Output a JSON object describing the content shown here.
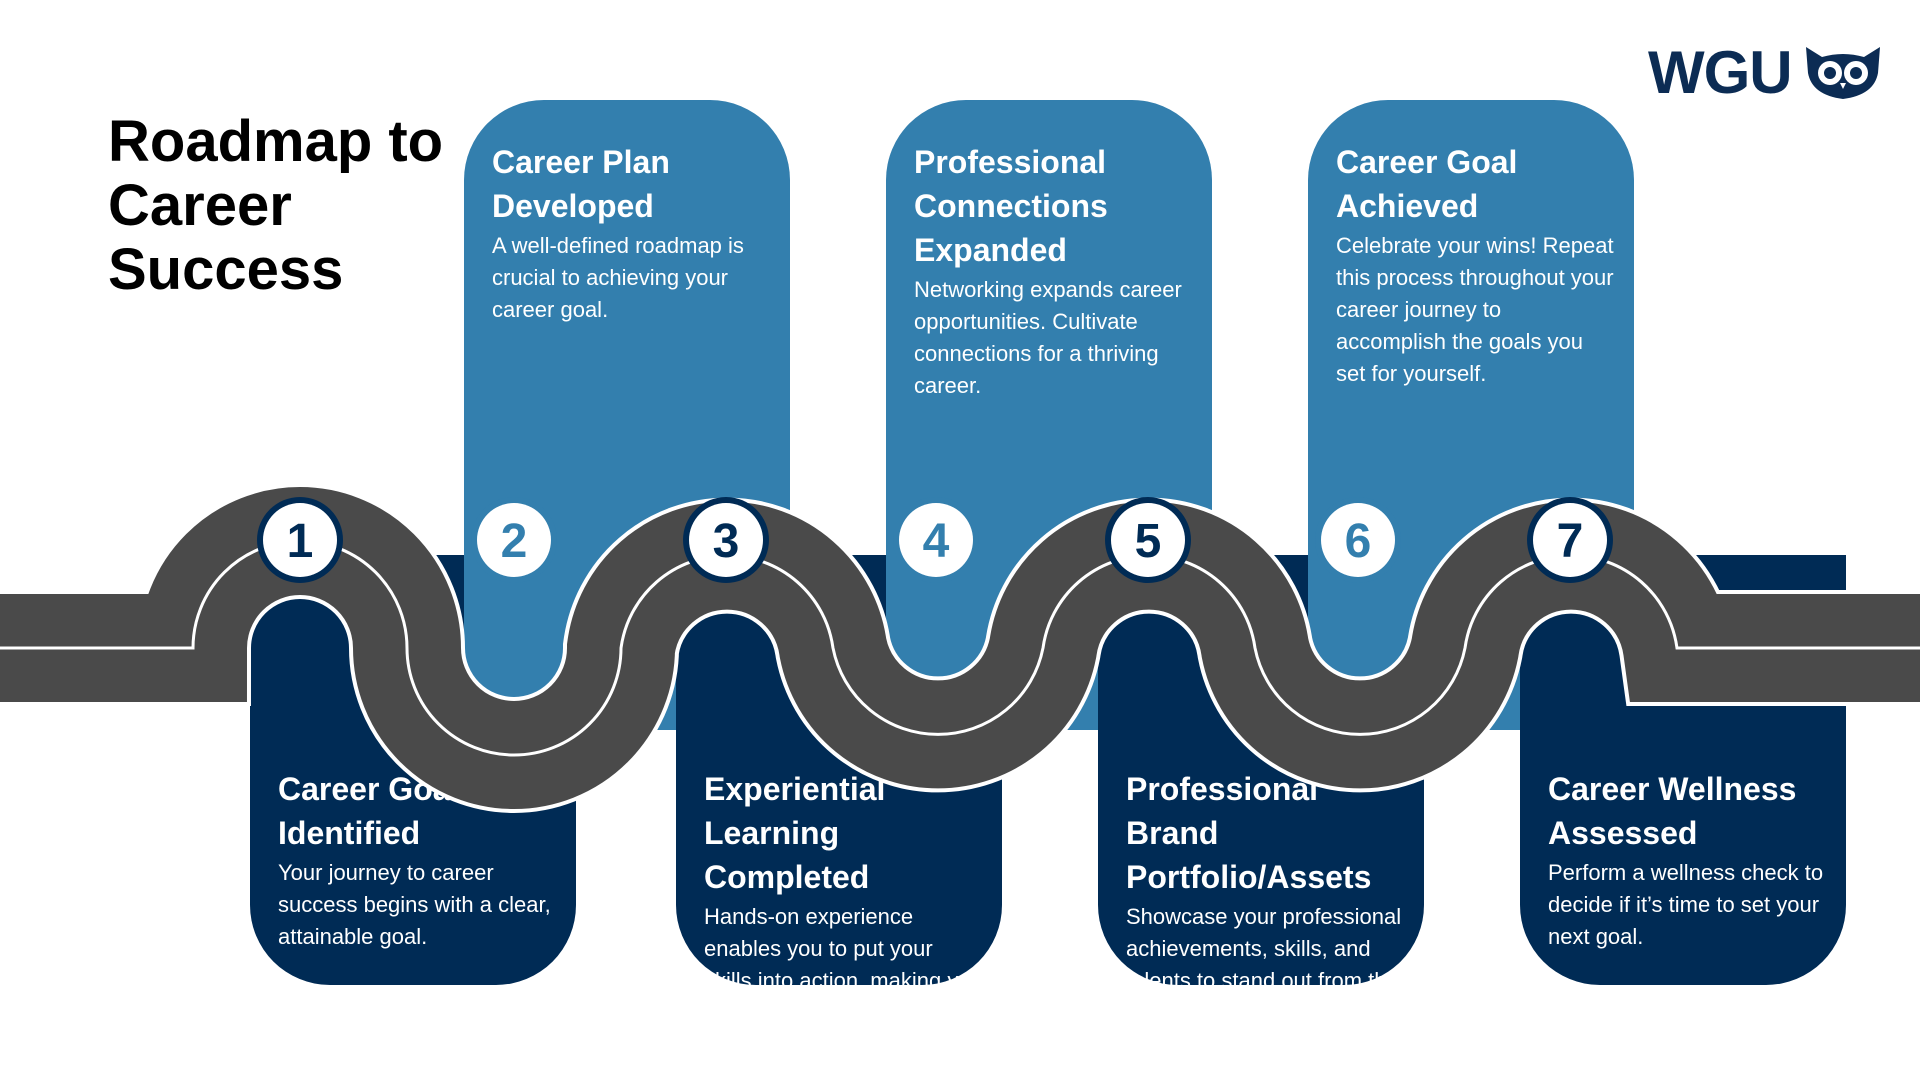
{
  "title": "Roadmap to Career Success",
  "brand": {
    "name": "WGU",
    "colors": {
      "navy": "#002b55",
      "blue": "#337fae",
      "road": "#4a4a4a",
      "logo": "#0c2c54"
    }
  },
  "steps": [
    {
      "number": "1",
      "title": "Career Goal Identified",
      "description": "Your journey to career success begins with a clear, attainable goal.",
      "placement": "below",
      "color": "#002b55"
    },
    {
      "number": "2",
      "title": "Career Plan Developed",
      "description": "A well-defined roadmap is crucial to achieving your career goal.",
      "placement": "above",
      "color": "#337fae"
    },
    {
      "number": "3",
      "title": "Experiential Learning Completed",
      "description": "Hands-on experience enables you to put your skills into action, making you more appealing to employers.",
      "placement": "below",
      "color": "#002b55"
    },
    {
      "number": "4",
      "title": "Professional Connections Expanded",
      "description": "Networking expands career opportunities. Cultivate connections for a thriving career.",
      "placement": "above",
      "color": "#337fae"
    },
    {
      "number": "5",
      "title": "Professional Brand Portfolio/Assets",
      "description": "Showcase your professional achievements, skills, and talents to stand out from the crowd.",
      "placement": "below",
      "color": "#002b55"
    },
    {
      "number": "6",
      "title": "Career Goal Achieved",
      "description": "Celebrate your wins! Repeat this process throughout your career journey to accomplish the goals you set for yourself.",
      "placement": "above",
      "color": "#337fae"
    },
    {
      "number": "7",
      "title": "Career Wellness Assessed",
      "description": "Perform a wellness check to decide if it’s time to set your next goal.",
      "placement": "below",
      "color": "#002b55"
    }
  ]
}
